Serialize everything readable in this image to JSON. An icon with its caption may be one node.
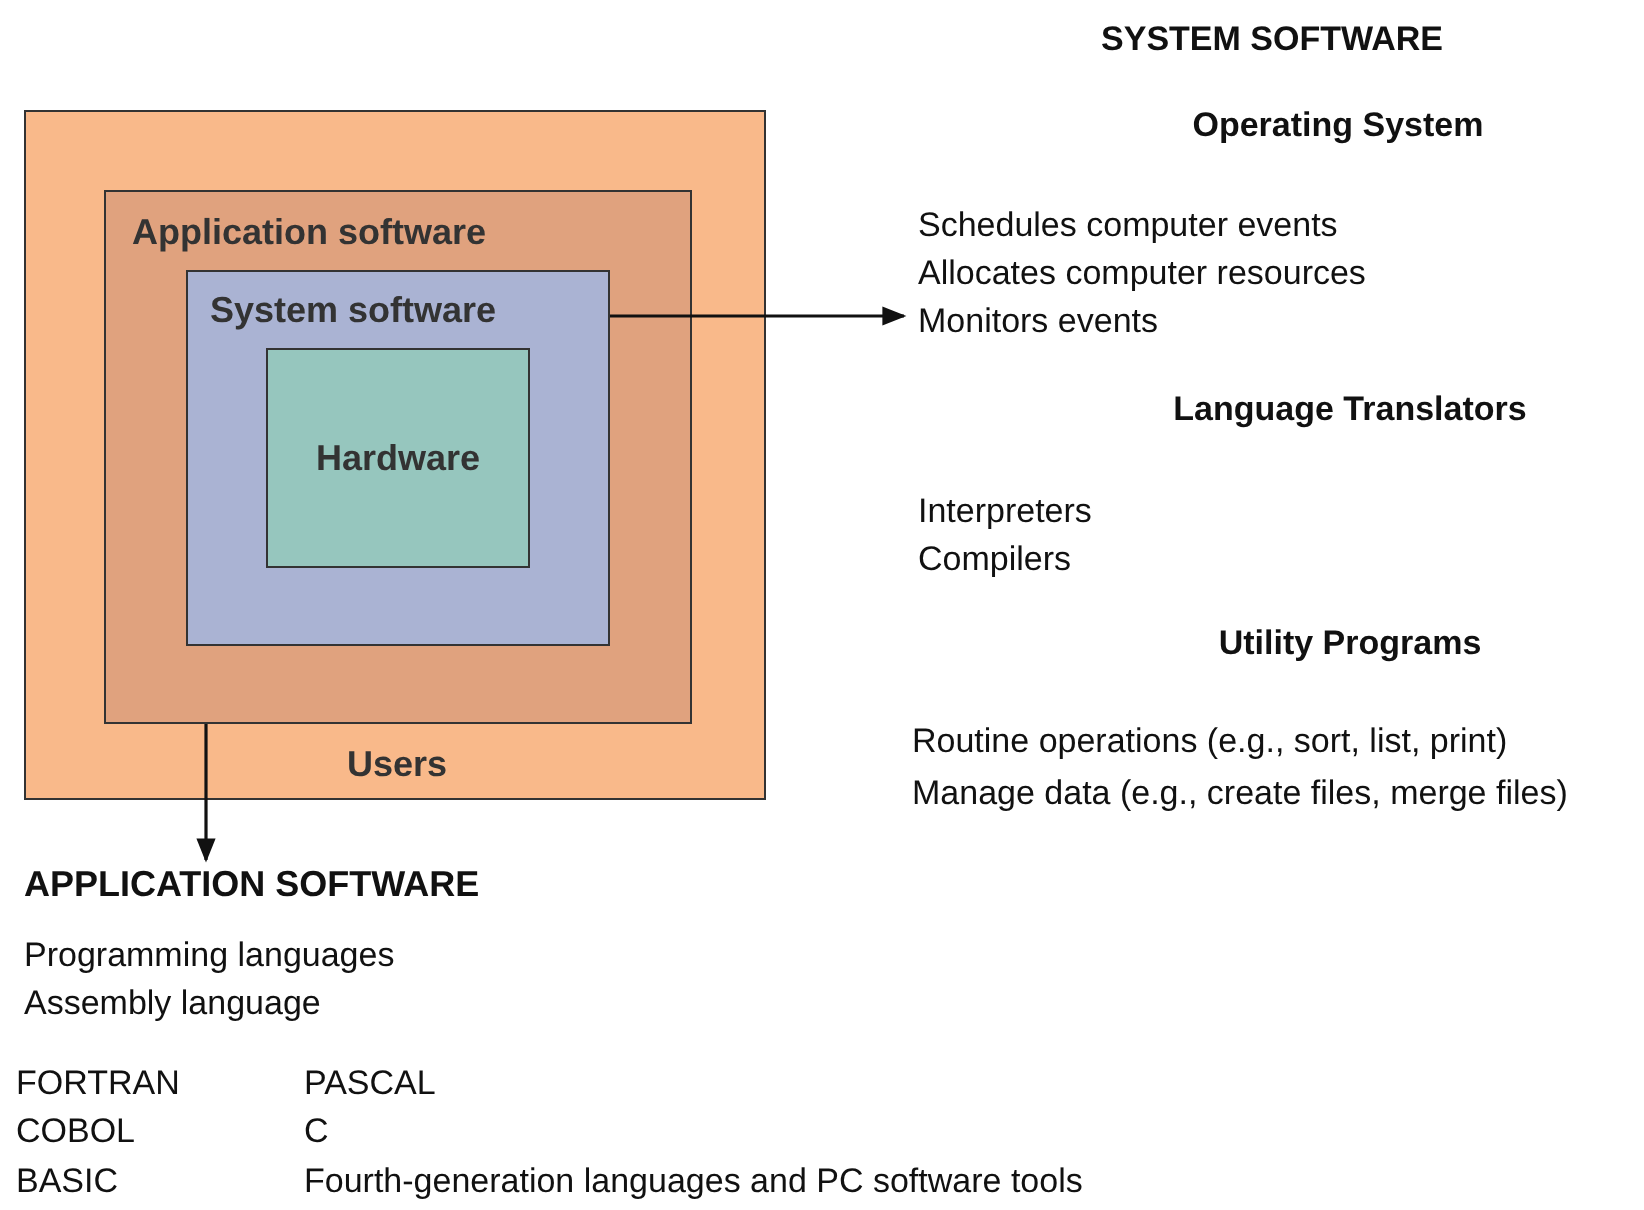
{
  "diagram": {
    "nodes": [
      {
        "text": [
          "Users"
        ]
      },
      {
        "text": [
          "Application software"
        ],
        "in": 0
      },
      {
        "text": [
          "System software"
        ],
        "in": 1
      },
      {
        "text": [
          "Hardware"
        ],
        "in": 2
      },
      {
        "text": [
          "Schedules computer events",
          "Allocates computer resources",
          "Monitors events"
        ]
      },
      {
        "text": [
          "APPLICATION SOFTWARE"
        ]
      }
    ],
    "edges": [
      {
        "from": 2,
        "to": 4,
        "arrow": "to"
      },
      {
        "from": 1,
        "to": 5,
        "arrow": "to"
      }
    ],
    "labels": [
      "SYSTEM SOFTWARE",
      "Operating System",
      "Language Translators",
      "Interpreters",
      "Compilers",
      "Utility Programs",
      "Routine operations (e.g., sort, list, print)",
      "Manage data (e.g., create files, merge files)",
      "Programming languages",
      "Assembly language",
      "FORTRAN",
      "PASCAL",
      "COBOL",
      "C",
      "BASIC",
      "Fourth-generation languages and PC software tools"
    ]
  }
}
